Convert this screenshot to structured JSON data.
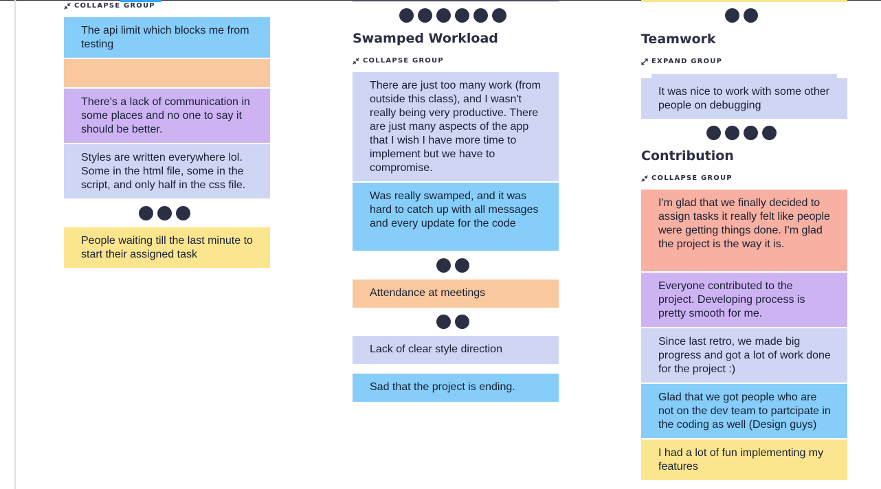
{
  "actions": {
    "collapse": "COLLAPSE GROUP",
    "expand": "EXPAND GROUP"
  },
  "column1": {
    "cards": [
      "The api limit which blocks me from testing",
      "",
      "There's a lack of communication in some places and no one to say it should be better.",
      "Styles are written everywhere lol. Some in the html file, some in the script, and only half in the css file.",
      "People waiting till the last minute to start their assigned task"
    ]
  },
  "column2": {
    "group_title": "Swamped Workload",
    "cards": [
      "There are just too many work (from outside this class), and I wasn't really being very productive. There are just many aspects of the app that I wish I have more time to implement but we have to compromise.",
      "Was really swamped, and it was hard to catch up with all messages and every update for the code",
      "Attendance at meetings",
      "Lack of clear style direction",
      "Sad that the project is ending."
    ]
  },
  "column3": {
    "group1_title": "Teamwork",
    "group2_title": "Contribution",
    "cards": [
      "It was nice to work with some other people on debugging",
      "I'm glad that we finally decided to assign tasks it really felt like people were getting things done. I'm glad the project is the way it is.",
      "Everyone contributed to the project. Developing process is pretty smooth for me.",
      "Since last retro, we made big progress and got a lot of work done for the project :)",
      "Glad that we got people who are not on the dev team to partcipate in the coding as well (Design guys)",
      "I had a lot of fun implementing my features"
    ]
  },
  "colors": {
    "blue": "#86cdf9",
    "orange": "#f9c89e",
    "purple": "#ceb3f3",
    "lavender": "#cfd6f4",
    "yellow": "#fbe58e",
    "salmon": "#f7b0a2",
    "dot": "#2b2f44"
  },
  "icons": {
    "collapse": "collapse-arrows-icon",
    "expand": "expand-arrows-icon",
    "dots": "vote-dots-icon"
  }
}
